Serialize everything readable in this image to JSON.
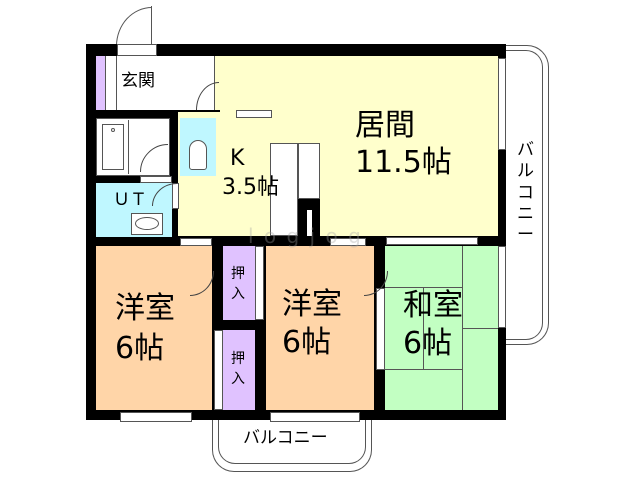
{
  "floorplan": {
    "colors": {
      "wall": "#000000",
      "living": "#FFFFCC",
      "kitchen": "#FFFFCC",
      "western_room": "#FFD5A8",
      "japanese_room": "#C2FFC2",
      "closet": "#E0C2FF",
      "wet_area": "#BFF7FF",
      "entrance": "#FFFFFF"
    },
    "rooms": {
      "entrance": {
        "label": "玄関"
      },
      "living": {
        "name": "居間",
        "size": "11.5帖"
      },
      "kitchen": {
        "name": "K",
        "size": "3.5帖"
      },
      "utility": {
        "label": "ＵＴ"
      },
      "western_room_1": {
        "name": "洋室",
        "size": "6帖"
      },
      "western_room_2": {
        "name": "洋室",
        "size": "6帖"
      },
      "japanese_room": {
        "name": "和室",
        "size": "6帖"
      },
      "closet_1": {
        "label": "押入"
      },
      "closet_2": {
        "label": "押入"
      }
    },
    "balconies": {
      "east": {
        "label": "バルコニー"
      },
      "south": {
        "label": "バルコニー"
      }
    },
    "watermark": "l o g j o g"
  }
}
